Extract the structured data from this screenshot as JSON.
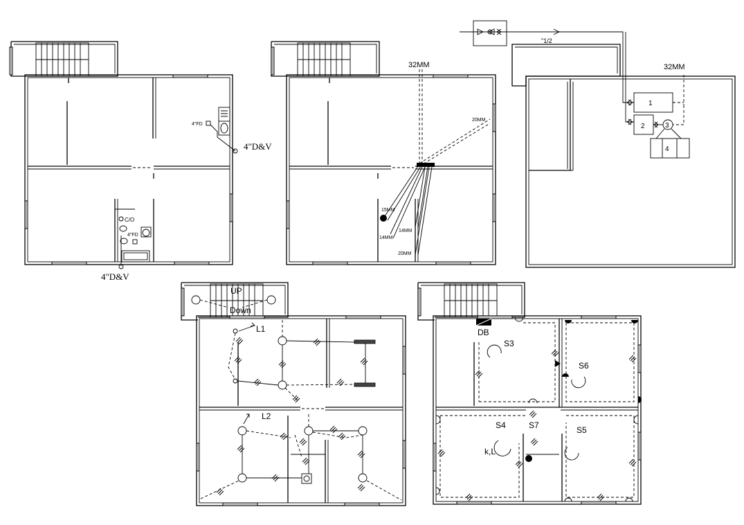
{
  "labels": {
    "fd_top": "4\"FD",
    "dv_right": "4\"D&V",
    "co": "C/O",
    "fd_bath": "4\"FD",
    "dv_bottom": "4\"D&V",
    "pipe_32_a": "32MM",
    "pipe_20": "20MM",
    "pipe_20_b": "20MM",
    "pipe_14_a": "14MM",
    "pipe_14_b": "14MM",
    "pipe_15": "15MM",
    "pipe_32_b": "32MM",
    "half_inch": "\"1/2",
    "tank_1": "1",
    "tank_2": "2",
    "tank_3": "3",
    "tank_4": "4",
    "up": "UP",
    "down": "Down",
    "l1": "L1",
    "l2": "L2",
    "db": "DB",
    "s3": "S3",
    "s4": "S4",
    "s5": "S5",
    "s6": "S6",
    "s7": "S7",
    "kl": "k,L"
  }
}
